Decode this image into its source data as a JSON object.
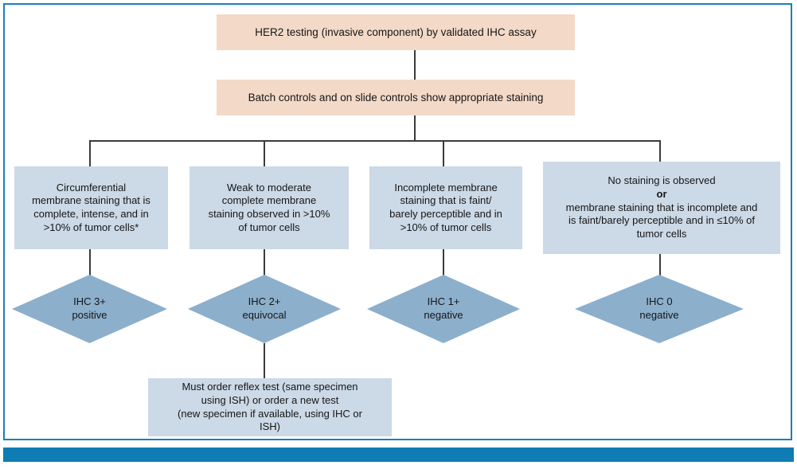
{
  "figure": {
    "title": "HER2 testing IHC interpretation algorithm",
    "accent_color": "#0f7cb4",
    "frame_color": "#1b7fb8",
    "peach_fill": "#f3d9c7",
    "blue_box_fill": "#ccd9e6",
    "diamond_fill": "#8cafcc",
    "connector_color": "#3b3b3b"
  },
  "nodes": {
    "start": {
      "id": "her2-testing",
      "shape": "rect",
      "fill": "peach",
      "text": "HER2 testing (invasive component) by validated IHC assay"
    },
    "controls": {
      "id": "batch-controls",
      "shape": "rect",
      "fill": "peach",
      "text": "Batch controls and on slide controls show appropriate staining"
    },
    "criteria": [
      {
        "id": "criteria-3plus",
        "shape": "rect",
        "fill": "blue",
        "lines": [
          "Circumferential",
          "membrane staining that is",
          "complete, intense, and in",
          ">10% of tumor cells*"
        ]
      },
      {
        "id": "criteria-2plus",
        "shape": "rect",
        "fill": "blue",
        "lines": [
          "Weak to moderate",
          "complete membrane",
          "staining observed in >10%",
          "of tumor cells"
        ]
      },
      {
        "id": "criteria-1plus",
        "shape": "rect",
        "fill": "blue",
        "lines": [
          "Incomplete membrane",
          "staining that is faint/",
          "barely perceptible and in",
          ">10% of tumor cells"
        ]
      },
      {
        "id": "criteria-0",
        "shape": "rect",
        "fill": "blue",
        "lines": [
          "No staining is observed",
          "or",
          "membrane staining that is incomplete and",
          "is faint/barely perceptible and in ≤10% of",
          "tumor cells"
        ],
        "bold_line_index": 1
      }
    ],
    "results": [
      {
        "id": "result-ihc-3plus",
        "shape": "diamond",
        "lines": [
          "IHC 3+",
          "positive"
        ]
      },
      {
        "id": "result-ihc-2plus",
        "shape": "diamond",
        "lines": [
          "IHC 2+",
          "equivocal"
        ]
      },
      {
        "id": "result-ihc-1plus",
        "shape": "diamond",
        "lines": [
          "IHC 1+",
          "negative"
        ]
      },
      {
        "id": "result-ihc-0",
        "shape": "diamond",
        "lines": [
          "IHC 0",
          "negative"
        ]
      }
    ],
    "reflex": {
      "id": "reflex-test",
      "shape": "rect",
      "fill": "blue",
      "lines": [
        "Must order reflex test (same specimen",
        "using ISH) or order a new test",
        "(new specimen if available, using IHC or",
        "ISH)"
      ]
    }
  }
}
